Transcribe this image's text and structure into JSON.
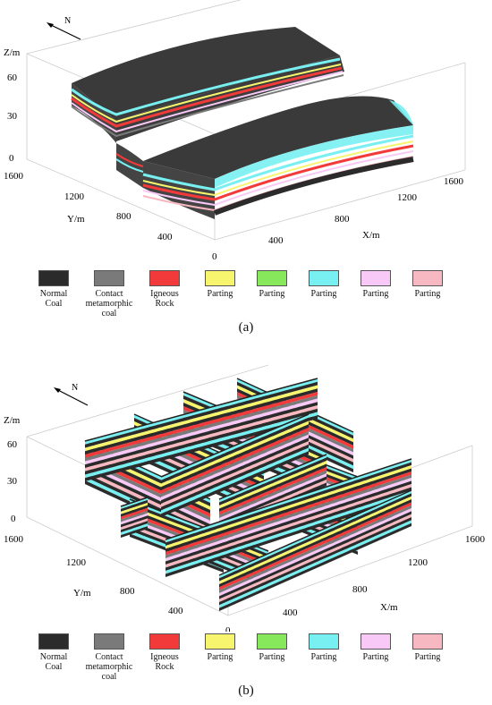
{
  "legend": [
    {
      "label": "Normal\nCoal",
      "color": "#2b2b2b"
    },
    {
      "label": "Contact\nmetamorphic coal",
      "color": "#7a7a7a"
    },
    {
      "label": "Igneous\nRock",
      "color": "#f23a3a"
    },
    {
      "label": "Parting",
      "color": "#f7f56e"
    },
    {
      "label": "Parting",
      "color": "#86e85a"
    },
    {
      "label": "Parting",
      "color": "#78f0f2"
    },
    {
      "label": "Parting",
      "color": "#f8c8f6"
    },
    {
      "label": "Parting",
      "color": "#f7b8c2"
    }
  ],
  "panel_a": {
    "caption": "(a)",
    "north": "N",
    "z_axis": {
      "label": "Z/m",
      "ticks": [
        "0",
        "30",
        "60"
      ]
    },
    "y_axis": {
      "label": "Y/m",
      "ticks": [
        "1600",
        "1200",
        "800",
        "400"
      ]
    },
    "x_axis": {
      "label": "X/m",
      "ticks": [
        "400",
        "800",
        "1200",
        "1600"
      ]
    },
    "origin": "0"
  },
  "panel_b": {
    "caption": "(b)",
    "north": "N",
    "z_axis": {
      "label": "Z/m",
      "ticks": [
        "0",
        "30",
        "60"
      ]
    },
    "y_axis": {
      "label": "Y/m",
      "ticks": [
        "1600",
        "1200",
        "800",
        "400"
      ]
    },
    "x_axis": {
      "label": "X/m",
      "ticks": [
        "400",
        "800",
        "1200",
        "1600"
      ]
    },
    "origin": "0"
  },
  "colors": {
    "layer_stripes": [
      "#2b2b2b",
      "#7a7a7a",
      "#f23a3a",
      "#f7f56e",
      "#86e85a",
      "#78f0f2",
      "#f8c8f6",
      "#f7b8c2"
    ]
  }
}
